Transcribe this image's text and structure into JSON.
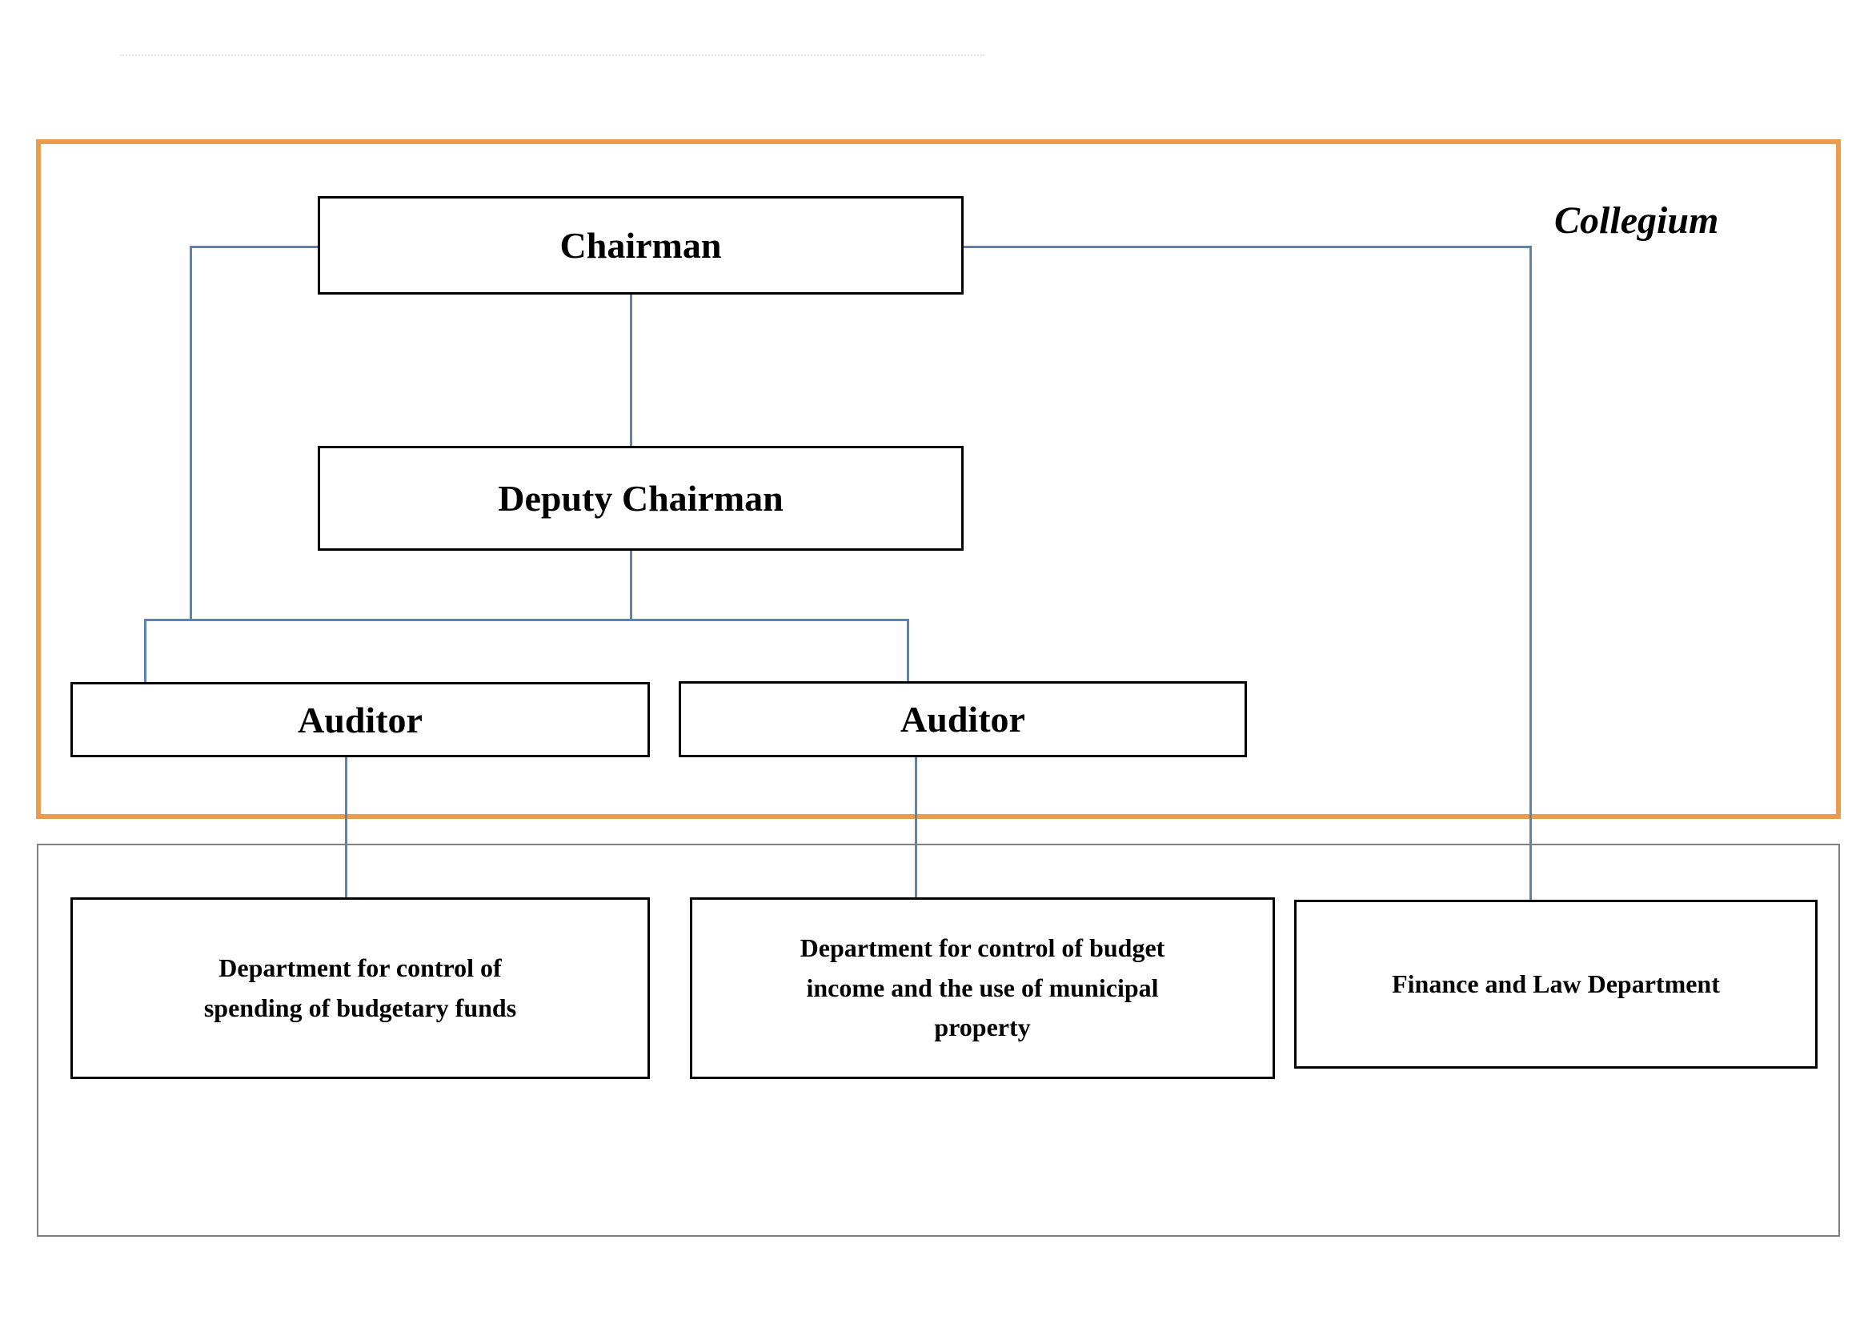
{
  "diagram": {
    "collegium_label": "Collegium",
    "nodes": {
      "chairman": {
        "label": "Chairman"
      },
      "deputy_chairman": {
        "label": "Deputy Chairman"
      },
      "auditor_left": {
        "label": "Auditor"
      },
      "auditor_right": {
        "label": "Auditor"
      },
      "dept_spending": {
        "label": "Department for control of spending of budgetary funds"
      },
      "dept_income": {
        "label": "Department for control of budget income and the use of municipal property"
      },
      "dept_finance": {
        "label": "Finance and Law Department"
      }
    },
    "colors": {
      "collegium_border": "#EC9A4B",
      "departments_border": "#7F7F7F",
      "node_border": "#000000",
      "connector": "#5B84B1"
    }
  }
}
